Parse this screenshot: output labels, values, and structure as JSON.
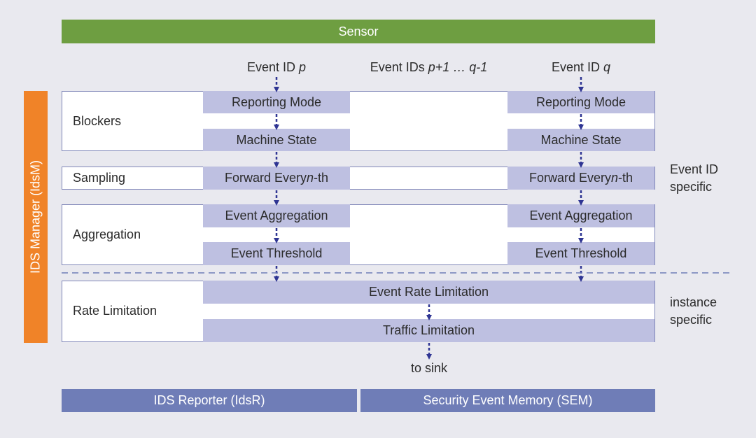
{
  "sensor": "Sensor",
  "manager": "IDS Manager (IdsM)",
  "headers": {
    "p": [
      "Event ID ",
      "p",
      ""
    ],
    "range": [
      "Event IDs ",
      "p+1 … q-1",
      ""
    ],
    "q": [
      "Event ID ",
      "q",
      ""
    ]
  },
  "groups": {
    "blockers": "Blockers",
    "sampling": "Sampling",
    "aggregation": "Aggregation",
    "rate": "Rate Limitation"
  },
  "stages": {
    "reporting": "Reporting Mode",
    "machine": "Machine State",
    "forward_pre": "Forward Every ",
    "forward_n": "n",
    "forward_post": "-th",
    "aggregation": "Event Aggregation",
    "threshold": "Event Threshold",
    "rate_limit": "Event Rate Limitation",
    "traffic": "Traffic Limitation"
  },
  "sink": "to sink",
  "scope": {
    "event_id_1": "Event ID",
    "event_id_2": "specific",
    "instance_1": "instance",
    "instance_2": "specific"
  },
  "footer": {
    "reporter": "IDS Reporter (IdsR)",
    "memory": "Security Event Memory (SEM)"
  },
  "colors": {
    "sensor": "#6e9e41",
    "manager": "#f08328",
    "stage": "#bec0e1",
    "footer": "#6f7db7",
    "arrow": "#2f3593"
  }
}
